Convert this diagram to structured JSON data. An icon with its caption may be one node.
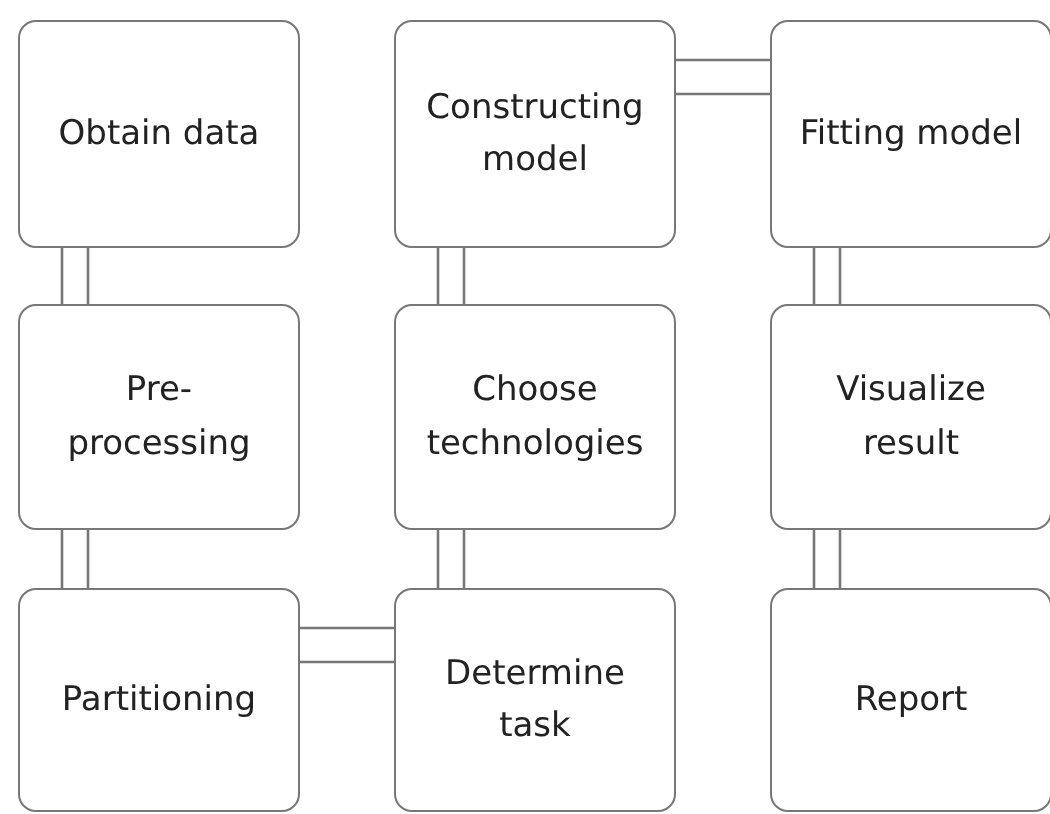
{
  "diagram": {
    "nodes": [
      {
        "text": [
          "Obtain data"
        ]
      },
      {
        "text": [
          "Constructing model"
        ]
      },
      {
        "text": [
          "Fitting model"
        ]
      },
      {
        "text": [
          "Pre- processing"
        ]
      },
      {
        "text": [
          "Choose technologies"
        ]
      },
      {
        "text": [
          "Visualize result"
        ]
      },
      {
        "text": [
          "Partitioning"
        ]
      },
      {
        "text": [
          "Determine task"
        ]
      },
      {
        "text": [
          "Report"
        ]
      }
    ],
    "edges": [
      {
        "from": 0,
        "to": 3,
        "arrow": "none"
      },
      {
        "from": 3,
        "to": 6,
        "arrow": "none"
      },
      {
        "from": 6,
        "to": 7,
        "arrow": "none"
      },
      {
        "from": 7,
        "to": 4,
        "arrow": "none"
      },
      {
        "from": 4,
        "to": 1,
        "arrow": "none"
      },
      {
        "from": 1,
        "to": 2,
        "arrow": "none"
      },
      {
        "from": 2,
        "to": 5,
        "arrow": "none"
      },
      {
        "from": 5,
        "to": 8,
        "arrow": "none"
      }
    ]
  }
}
